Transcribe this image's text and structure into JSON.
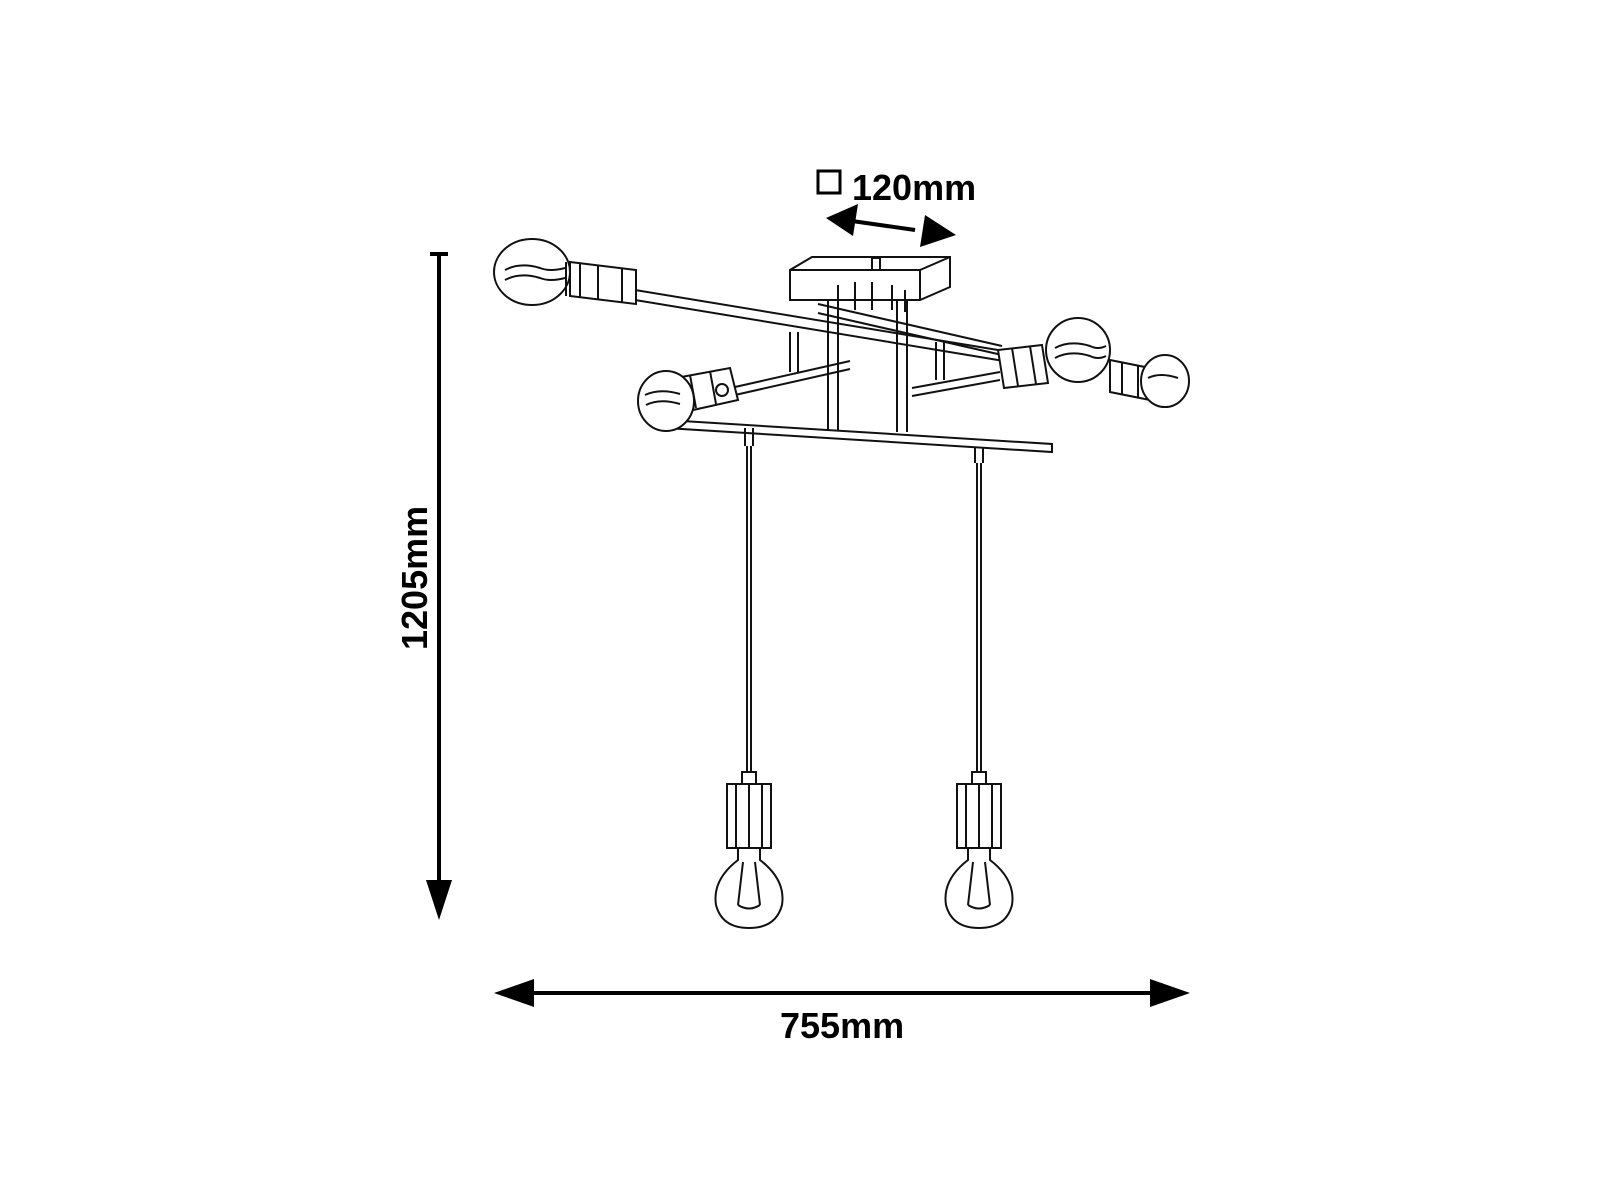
{
  "dimensions": {
    "canopy": {
      "label": "120mm",
      "symbol": "square-icon"
    },
    "height": {
      "label": "1205mm"
    },
    "width": {
      "label": "755mm"
    }
  },
  "colors": {
    "line": "#111111",
    "background": "#ffffff"
  }
}
